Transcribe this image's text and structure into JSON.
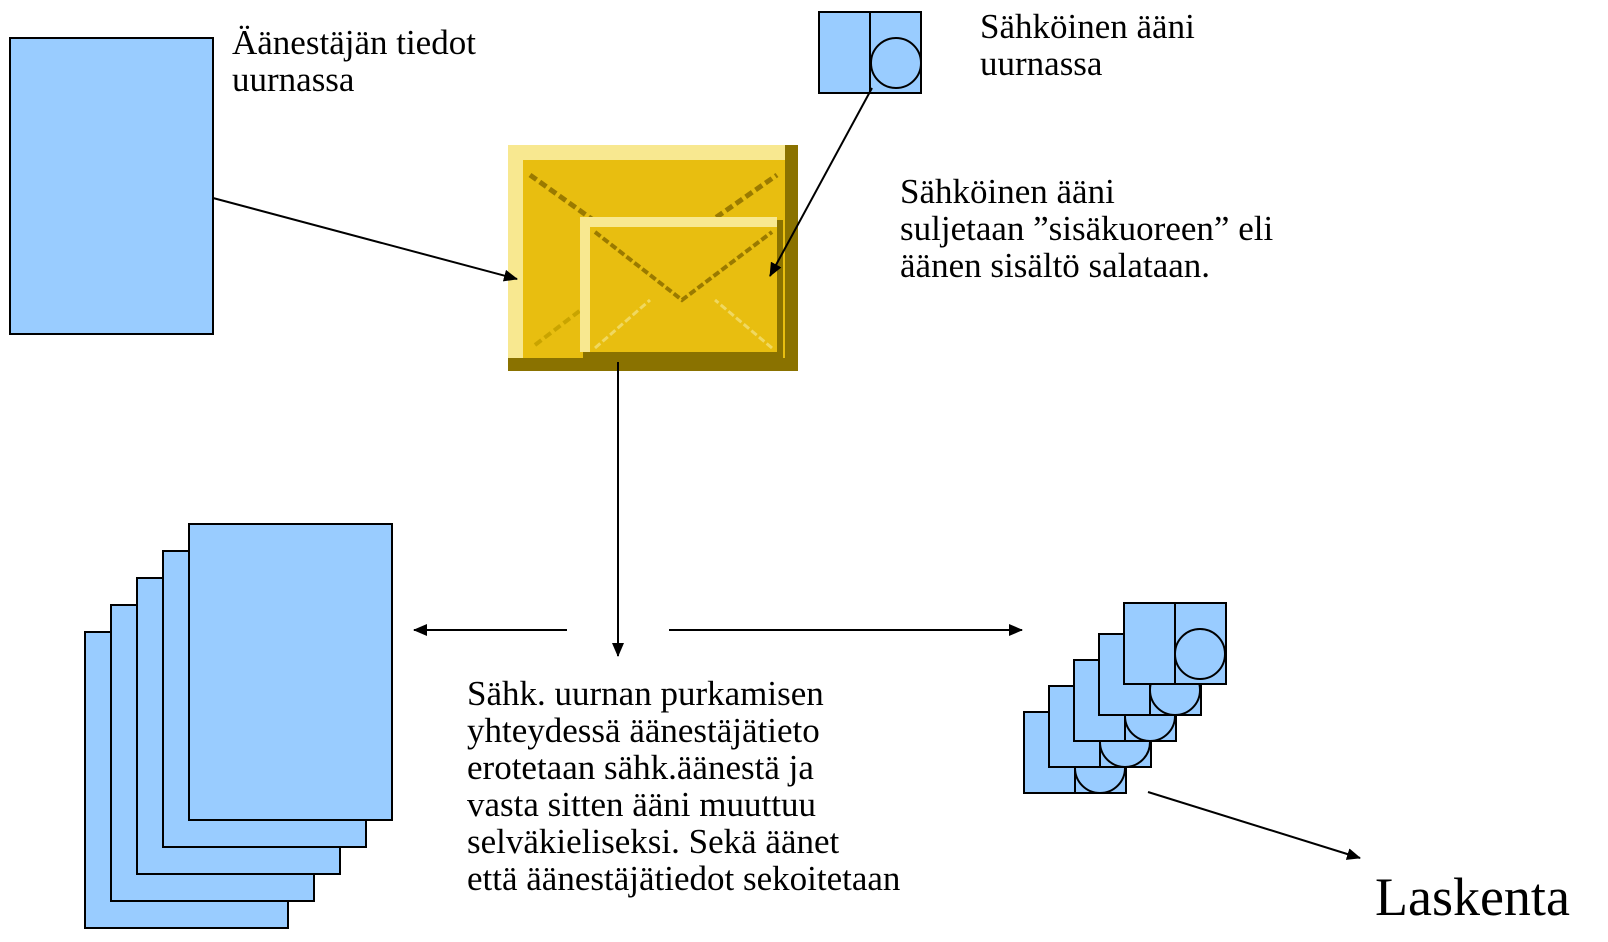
{
  "labels": {
    "voter_info": [
      "Äänestäjän tiedot",
      "uurnassa"
    ],
    "electronic_vote": [
      "Sähköinen ääni",
      "uurnassa"
    ],
    "inner_envelope": [
      "Sähköinen ääni",
      "suljetaan ”sisäkuoreen” eli",
      "äänen sisältö salataan."
    ],
    "process": [
      "Sähk. uurnan purkamisen",
      "yhteydessä äänestäjätieto",
      "erotetaan sähk.äänestä ja",
      "vasta sitten ääni muuttuu",
      "selväkieliseksi. Sekä äänet",
      "että äänestäjätiedot sekoitetaan"
    ],
    "counting": "Laskenta"
  },
  "colors": {
    "document_fill": "#99CCFF",
    "envelope_fill": "#E8BE10",
    "envelope_highlight": "#F8E890",
    "envelope_shadow": "#8A7200",
    "stroke": "#000000"
  },
  "icons": [
    "voter-document-icon",
    "electronic-vote-icon",
    "envelope-icon",
    "document-stack-icon",
    "vote-stack-icon"
  ]
}
